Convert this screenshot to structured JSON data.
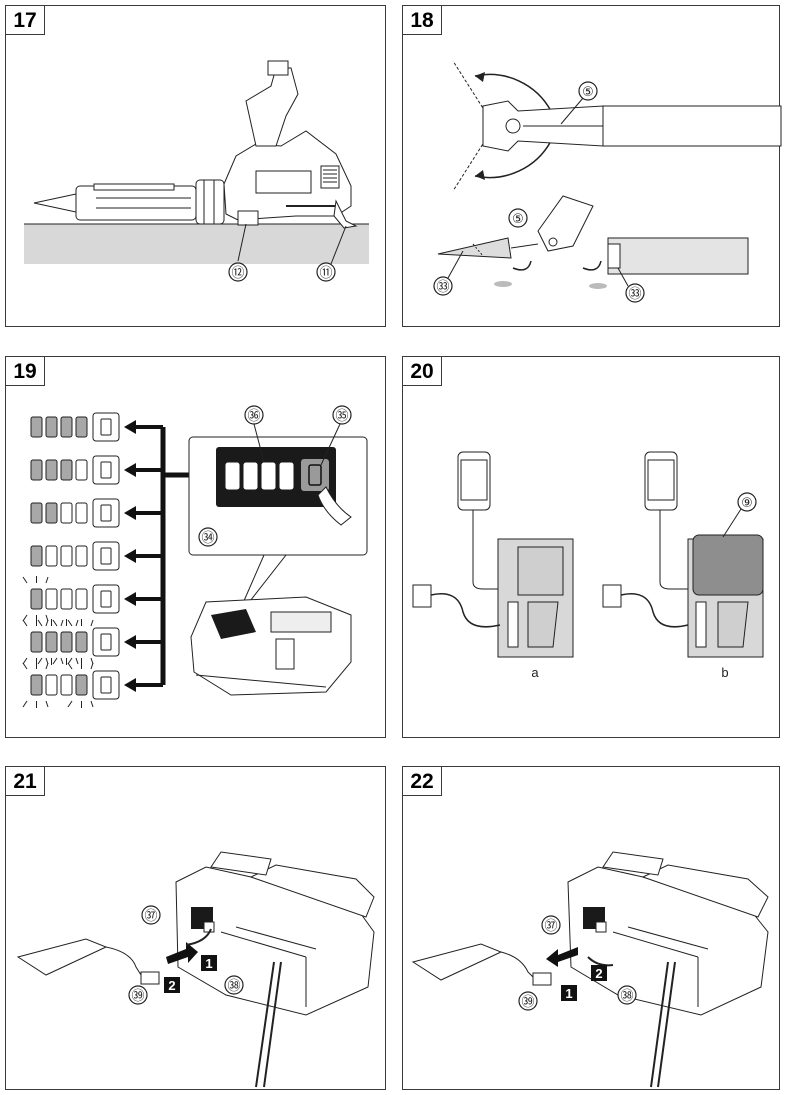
{
  "panels": [
    {
      "number": "17",
      "callouts": [
        "⑫",
        "⑪"
      ]
    },
    {
      "number": "18",
      "callouts": [
        "⑤",
        "⑤",
        "㉝",
        "㉝"
      ]
    },
    {
      "number": "19",
      "callouts": [
        "㊱",
        "㉟",
        "㉞"
      ],
      "levels": [
        {
          "filled": [
            1,
            1,
            1,
            1
          ],
          "blink": [
            0,
            0,
            0,
            0
          ]
        },
        {
          "filled": [
            1,
            1,
            1,
            0
          ],
          "blink": [
            0,
            0,
            0,
            0
          ]
        },
        {
          "filled": [
            1,
            1,
            0,
            0
          ],
          "blink": [
            0,
            0,
            0,
            0
          ]
        },
        {
          "filled": [
            1,
            0,
            0,
            0
          ],
          "blink": [
            0,
            0,
            0,
            0
          ]
        },
        {
          "filled": [
            1,
            0,
            0,
            0
          ],
          "blink": [
            1,
            0,
            0,
            0
          ]
        },
        {
          "filled": [
            1,
            1,
            1,
            1
          ],
          "blink": [
            1,
            1,
            1,
            1
          ]
        },
        {
          "filled": [
            1,
            0,
            0,
            1
          ],
          "blink": [
            1,
            0,
            0,
            1
          ]
        }
      ]
    },
    {
      "number": "20",
      "callouts": [
        "⑨"
      ],
      "sub_labels": [
        "a",
        "b"
      ]
    },
    {
      "number": "21",
      "callouts": [
        "㊲",
        "㊳",
        "㊴"
      ],
      "steps": [
        "1",
        "2"
      ]
    },
    {
      "number": "22",
      "callouts": [
        "㊲",
        "㊳",
        "㊴"
      ],
      "steps": [
        "1",
        "2"
      ]
    }
  ],
  "colors": {
    "line": "#222222",
    "gray_fill": "#d4d4d4",
    "dark_fill": "#1a1a1a",
    "mid_gray": "#9a9a9a"
  }
}
